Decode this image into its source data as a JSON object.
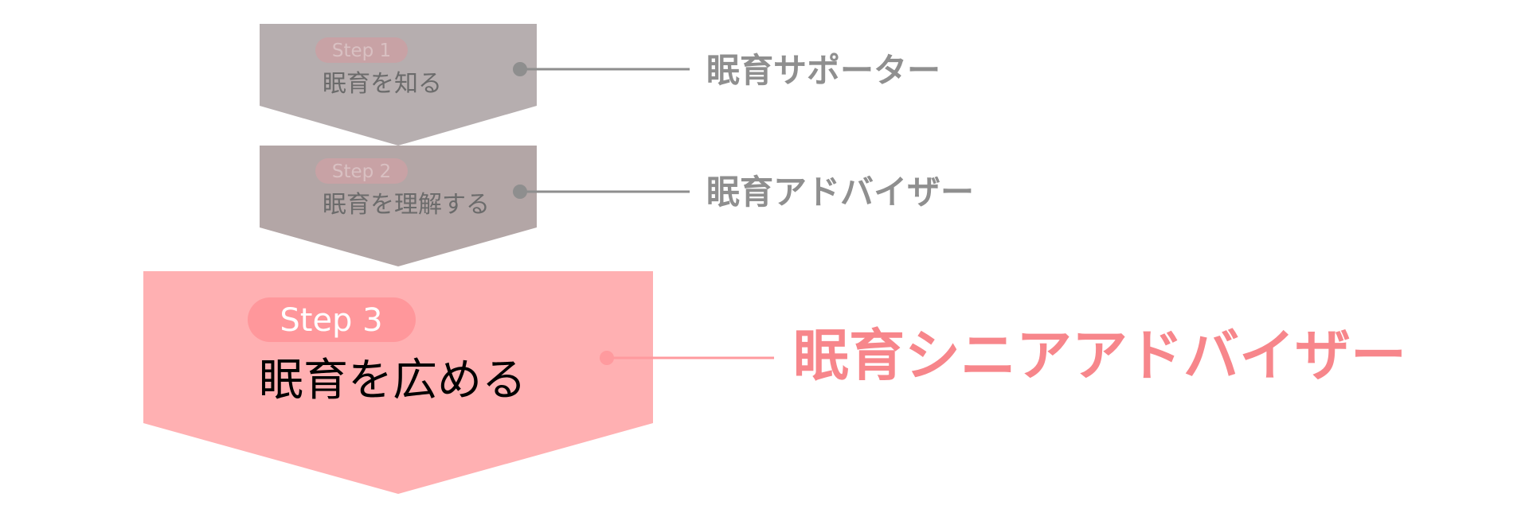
{
  "colors": {
    "step1_fill": "#B6AEAF",
    "step2_fill": "#B3A6A6",
    "step3_fill": "#FFB0B2",
    "badge_faded": "#C8A2A5",
    "badge_faded_text": "#D9C0C2",
    "badge_active": "#FF979B",
    "badge_active_text": "#FFFFFF",
    "faded_label": "#6B6B6B",
    "active_label": "#000000",
    "connector_faded": "#8E8E8E",
    "connector_active": "#FF9A9E",
    "title_faded": "#8F8F8F",
    "title_active": "#F7868B"
  },
  "steps": [
    {
      "badge": "Step 1",
      "label": "眠育を知る",
      "title": "眠育サポーター",
      "state": "faded"
    },
    {
      "badge": "Step 2",
      "label": "眠育を理解する",
      "title": "眠育アドバイザー",
      "state": "faded"
    },
    {
      "badge": "Step 3",
      "label": "眠育を広める",
      "title": "眠育シニアアドバイザー",
      "state": "active"
    }
  ]
}
